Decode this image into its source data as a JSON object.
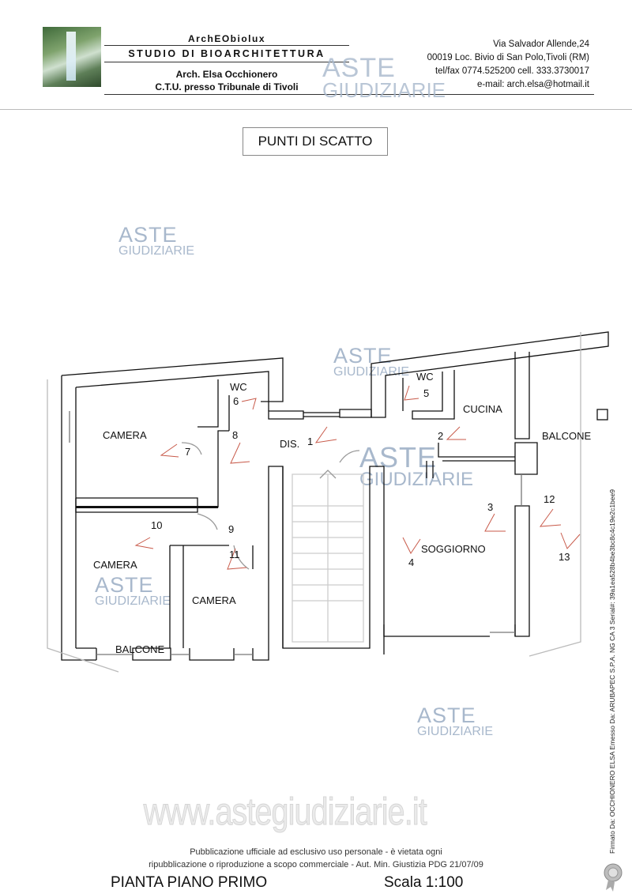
{
  "header": {
    "firm_name": "ArchEObiolux",
    "studio": "STUDIO DI BIOARCHITETTURA",
    "architect": "Arch. Elsa Occhionero",
    "role": "C.T.U. presso Tribunale di Tivoli",
    "address_line1": "Via  Salvador Allende,24",
    "address_line2": "00019 Loc. Bivio di San Polo,Tivoli (RM)",
    "phone": "tel/fax 0774.525200  cell. 333.3730017",
    "email": "e-mail: arch.elsa@hotmail.it"
  },
  "title": "PUNTI DI SCATTO",
  "watermark": {
    "line1": "ASTE",
    "line2": "GIUDIZIARIE",
    "site": "www.astegiudiziarie.it"
  },
  "rooms": {
    "camera_1": "CAMERA",
    "camera_2": "CAMERA",
    "camera_3": "CAMERA",
    "wc_1": "WC",
    "wc_2": "WC",
    "dis": "DIS.",
    "cucina": "CUCINA",
    "balcone_1": "BALCONE",
    "balcone_2": "BALCONE",
    "soggiorno": "SOGGIORNO"
  },
  "photo_points": [
    "1",
    "2",
    "3",
    "4",
    "5",
    "6",
    "7",
    "8",
    "9",
    "10",
    "11",
    "12",
    "13"
  ],
  "footer": {
    "publication_line1": "Pubblicazione ufficiale ad esclusivo uso personale - è vietata ogni",
    "publication_line2": "ripubblicazione o riproduzione a scopo commerciale - Aut. Min. Giustizia PDG 21/07/09",
    "plan_title": "PIANTA PIANO PRIMO",
    "scale": "Scala 1:100"
  },
  "signature": "Firmato Da: OCCHIONERO ELSA Emesso Da: ARUBAPEC S.P.A. NG CA 3 Serial#: 39a1ea528b4be3bc8c4c19e2c1bee9"
}
